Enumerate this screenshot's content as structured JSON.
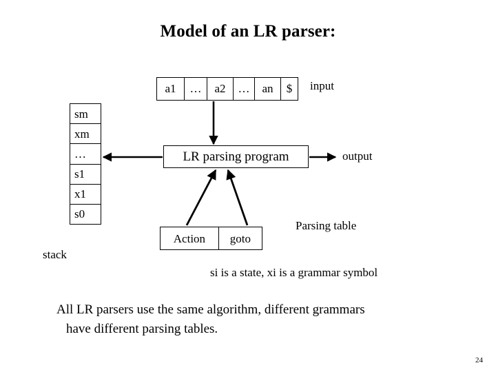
{
  "slide": {
    "title": "Model of an LR parser:",
    "page_number": "24",
    "background_color": "#ffffff",
    "ink_color": "#000000"
  },
  "input_tape": {
    "cells": [
      "a1",
      "…",
      "a2",
      "…",
      "an",
      "$"
    ],
    "label": "input"
  },
  "stack": {
    "cells": [
      "sm",
      "xm",
      "…",
      "s1",
      "x1",
      "s0"
    ],
    "label": "stack"
  },
  "parser": {
    "label": "LR parsing program",
    "output_label": "output"
  },
  "parsing_table": {
    "cells": [
      "Action",
      "goto"
    ],
    "label": "Parsing table"
  },
  "notes": {
    "symbols": "si is a state, xi is a grammar symbol",
    "bottom_line1": "All LR parsers use the same algorithm, different grammars",
    "bottom_line2": "have different parsing tables."
  },
  "arrows": {
    "input_to_parser": "arrow-down",
    "parser_to_stack": "arrow-left",
    "parser_to_output": "arrow-right",
    "action_to_parser": "arrow-up-diagonal",
    "goto_to_parser": "arrow-up-diagonal"
  }
}
